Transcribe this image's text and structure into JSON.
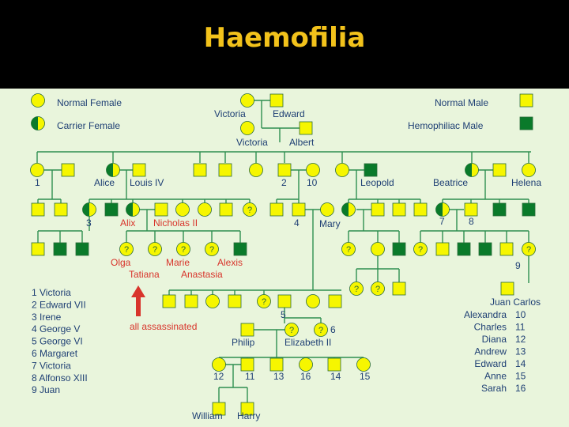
{
  "title": "Haemofilia",
  "colors": {
    "normal": "#f6f600",
    "affected": "#0a7a2a",
    "line": "#2f8f50",
    "label": "#1e3f74",
    "annotation": "#d8342b",
    "background": "#e9f5dc"
  },
  "legend": {
    "normal_female": "Normal Female",
    "carrier_female": "Carrier Female",
    "normal_male": "Normal Male",
    "hemophiliac_male": "Hemophiliac Male"
  },
  "names": {
    "victoria": "Victoria",
    "edward": "Edward",
    "victoria2": "Victoria",
    "albert": "Albert",
    "alice": "Alice",
    "louis": "Louis IV",
    "n2": "2",
    "n10": "10",
    "leopold": "Leopold",
    "beatrice": "Beatrice",
    "helena": "Helena",
    "n1": "1",
    "n3": "3",
    "alix": "Alix",
    "nicholas": "Nicholas II",
    "n4": "4",
    "mary": "Mary",
    "n7": "7",
    "n8": "8",
    "n9": "9",
    "olga": "Olga",
    "marie": "Marie",
    "alexis": "Alexis",
    "tatiana": "Tatiana",
    "anastasia": "Anastasia",
    "all_assassinated": "all assassinated",
    "n5": "5",
    "n6": "6",
    "philip": "Philip",
    "elizabeth": "Elizabeth II",
    "n12": "12",
    "n11": "11",
    "n13": "13",
    "n16": "16",
    "n14": "14",
    "n15": "15",
    "william": "William",
    "harry": "Harry",
    "juan_carlos": "Juan Carlos"
  },
  "key_list": [
    "1  Victoria",
    "2  Edward VII",
    "3  Irene",
    "4  George V",
    "5  George VI",
    "6  Margaret",
    "7  Victoria",
    "8  Alfonso XIII",
    "9  Juan"
  ],
  "key_right": [
    {
      "name": "Alexandra",
      "num": "10"
    },
    {
      "name": "Charles",
      "num": "11"
    },
    {
      "name": "Diana",
      "num": "12"
    },
    {
      "name": "Andrew",
      "num": "13"
    },
    {
      "name": "Edward",
      "num": "14"
    },
    {
      "name": "Anne",
      "num": "15"
    },
    {
      "name": "Sarah",
      "num": "16"
    }
  ]
}
